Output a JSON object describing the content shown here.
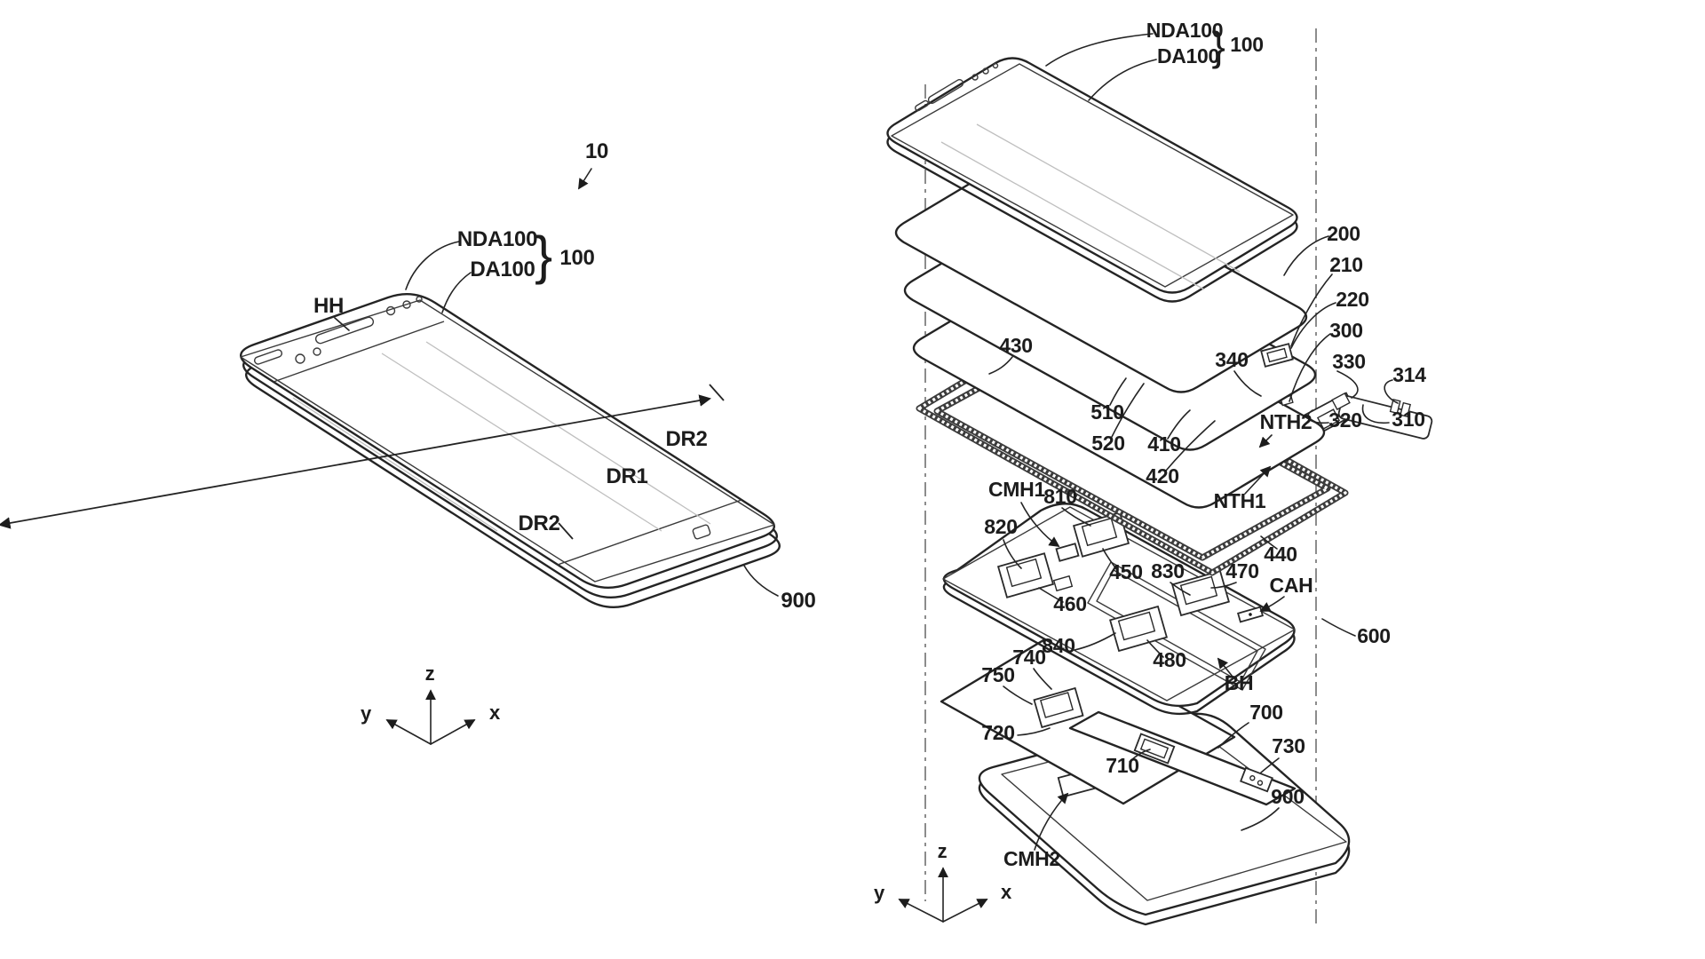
{
  "figure": {
    "ink": "#1c1c1c",
    "background": "#ffffff",
    "left_view": {
      "ref_number": "10",
      "callouts": {
        "nda100": "NDA100",
        "da100": "DA100",
        "brace": "}",
        "group100": "100",
        "hh": "HH",
        "dr2_upper": "DR2",
        "dr1": "DR1",
        "dr2_lower": "DR2",
        "n900": "900"
      },
      "axis": {
        "z": "z",
        "y": "y",
        "x": "x"
      }
    },
    "right_view": {
      "callouts": {
        "nda100": "NDA100",
        "da100": "DA100",
        "brace": "}",
        "group100": "100",
        "n200": "200",
        "n210": "210",
        "n220": "220",
        "n300": "300",
        "n340": "340",
        "n330": "330",
        "n314": "314",
        "n310": "310",
        "n320": "320",
        "n430": "430",
        "n510": "510",
        "n520": "520",
        "n410": "410",
        "n420": "420",
        "nth2": "NTH2",
        "nth1": "NTH1",
        "n440": "440",
        "cmh1": "CMH1",
        "n810": "810",
        "n820": "820",
        "n450": "450",
        "n830": "830",
        "n470": "470",
        "cah": "CAH",
        "n460": "460",
        "n840": "840",
        "n480": "480",
        "bh": "BH",
        "n600": "600",
        "n740": "740",
        "n750": "750",
        "n720": "720",
        "n700": "700",
        "n730": "730",
        "n710": "710",
        "n900": "900",
        "cmh2": "CMH2"
      },
      "axis": {
        "z": "z",
        "y": "y",
        "x": "x"
      }
    }
  }
}
